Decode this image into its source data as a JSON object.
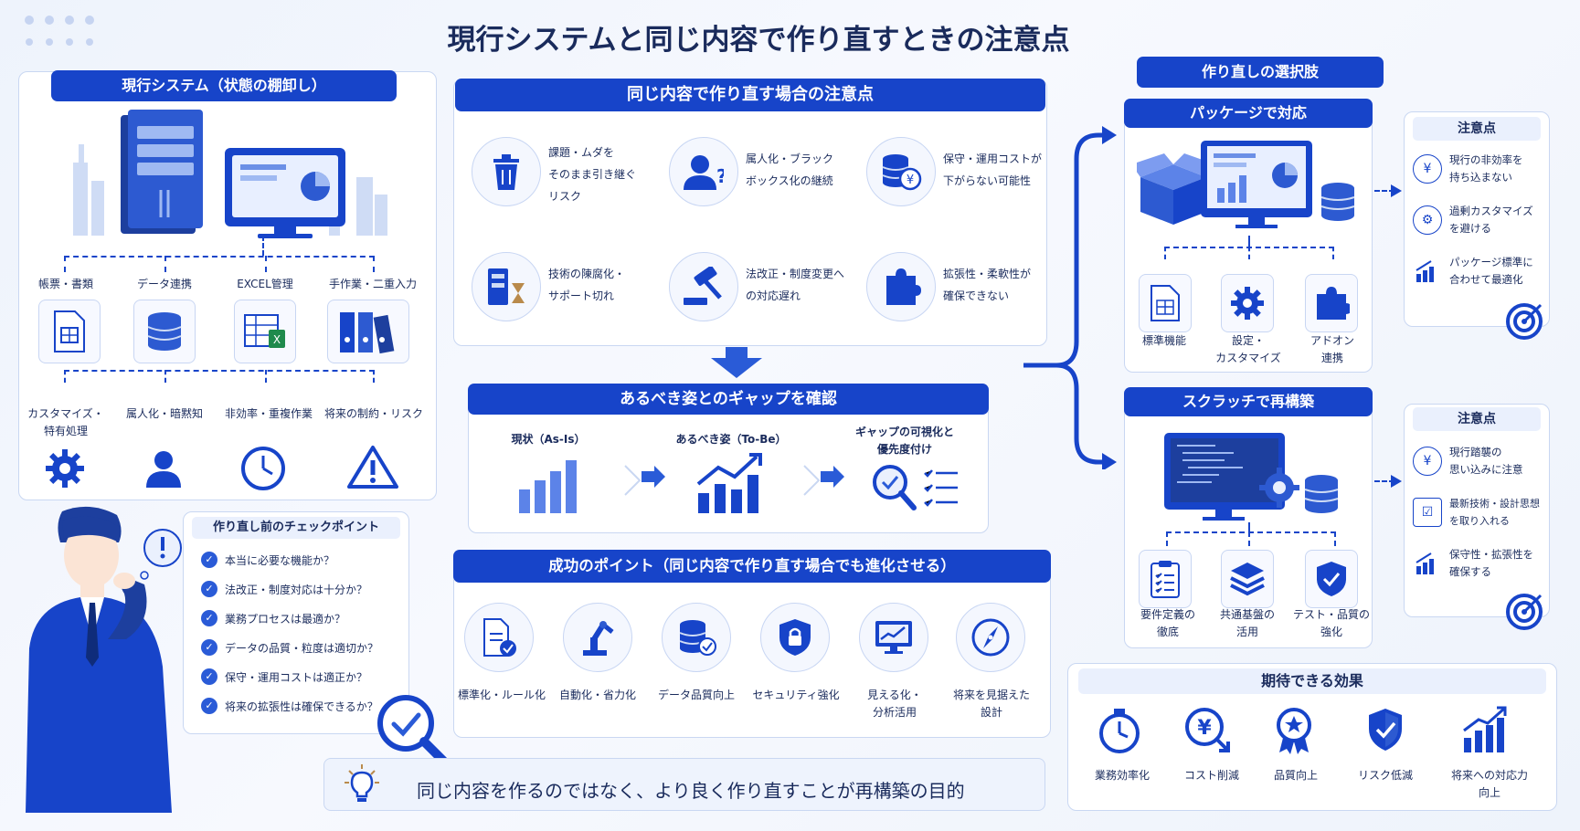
{
  "title": "現行システムと同じ内容で作り直すときの注意点",
  "current": {
    "header": "現行システム（状態の棚卸し）",
    "items": [
      "帳票・書類",
      "データ連携",
      "EXCEL管理",
      "手作業・二重入力"
    ],
    "issues": [
      "カスタマイズ・\n特有処理",
      "属人化・暗黙知",
      "非効率・重複作業",
      "将来の制約・リスク"
    ]
  },
  "checkpoints": {
    "header": "作り直し前のチェックポイント",
    "items": [
      "本当に必要な機能か？",
      "法改正・制度対応は十分か？",
      "業務プロセスは最適か？",
      "データの品質・粒度は適切か？",
      "保守・運用コストは適正か？",
      "将来の拡張性は確保できるか？"
    ]
  },
  "cautions": {
    "header": "同じ内容で作り直す場合の注意点",
    "items": [
      {
        "text": "課題・ムダを\nそのまま引き継ぐ\nリスク",
        "icon": "trash-icon"
      },
      {
        "text": "属人化・ブラック\nボックス化の継続",
        "icon": "person-question-icon"
      },
      {
        "text": "保守・運用コストが\n下がらない可能性",
        "icon": "coin-stack-icon"
      },
      {
        "text": "技術の陳腐化・\nサポート切れ",
        "icon": "server-hourglass-icon"
      },
      {
        "text": "法改正・制度変更へ\nの対応遅れ",
        "icon": "gavel-icon"
      },
      {
        "text": "拡張性・柔軟性が\n確保できない",
        "icon": "puzzle-icon"
      }
    ]
  },
  "gap": {
    "header": "あるべき姿とのギャップを確認",
    "steps": [
      "現状（As-Is）",
      "あるべき姿（To-Be）",
      "ギャップの可視化と\n優先度付け"
    ]
  },
  "success": {
    "header": "成功のポイント（同じ内容で作り直す場合でも進化させる）",
    "items": [
      "標準化・ルール化",
      "自動化・省力化",
      "データ品質向上",
      "セキュリティ強化",
      "見える化・\n分析活用",
      "将来を見据えた\n設計"
    ]
  },
  "message": "同じ内容を作るのではなく、より良く作り直すことが再構築の目的",
  "options": {
    "header": "作り直しの選択肢",
    "package": {
      "header": "パッケージで対応",
      "items": [
        "標準機能",
        "設定・\nカスタマイズ",
        "アドオン\n連携"
      ],
      "note_header": "注意点",
      "notes": [
        "現行の非効率を\n持ち込まない",
        "過剰カスタマイズ\nを避ける",
        "パッケージ標準に\n合わせて最適化"
      ]
    },
    "scratch": {
      "header": "スクラッチで再構築",
      "items": [
        "要件定義の\n徹底",
        "共通基盤の\n活用",
        "テスト・品質の\n強化"
      ],
      "note_header": "注意点",
      "notes": [
        "現行踏襲の\n思い込みに注意",
        "最新技術・設計思想\nを取り入れる",
        "保守性・拡張性を\n確保する"
      ]
    }
  },
  "effects": {
    "header": "期待できる効果",
    "items": [
      "業務効率化",
      "コスト削減",
      "品質向上",
      "リスク低減",
      "将来への対応力\n向上"
    ]
  },
  "colors": {
    "primary": "#1744c9",
    "accent": "#2a5bd7",
    "light": "#eaf0fd",
    "text": "#1a2b5c"
  }
}
